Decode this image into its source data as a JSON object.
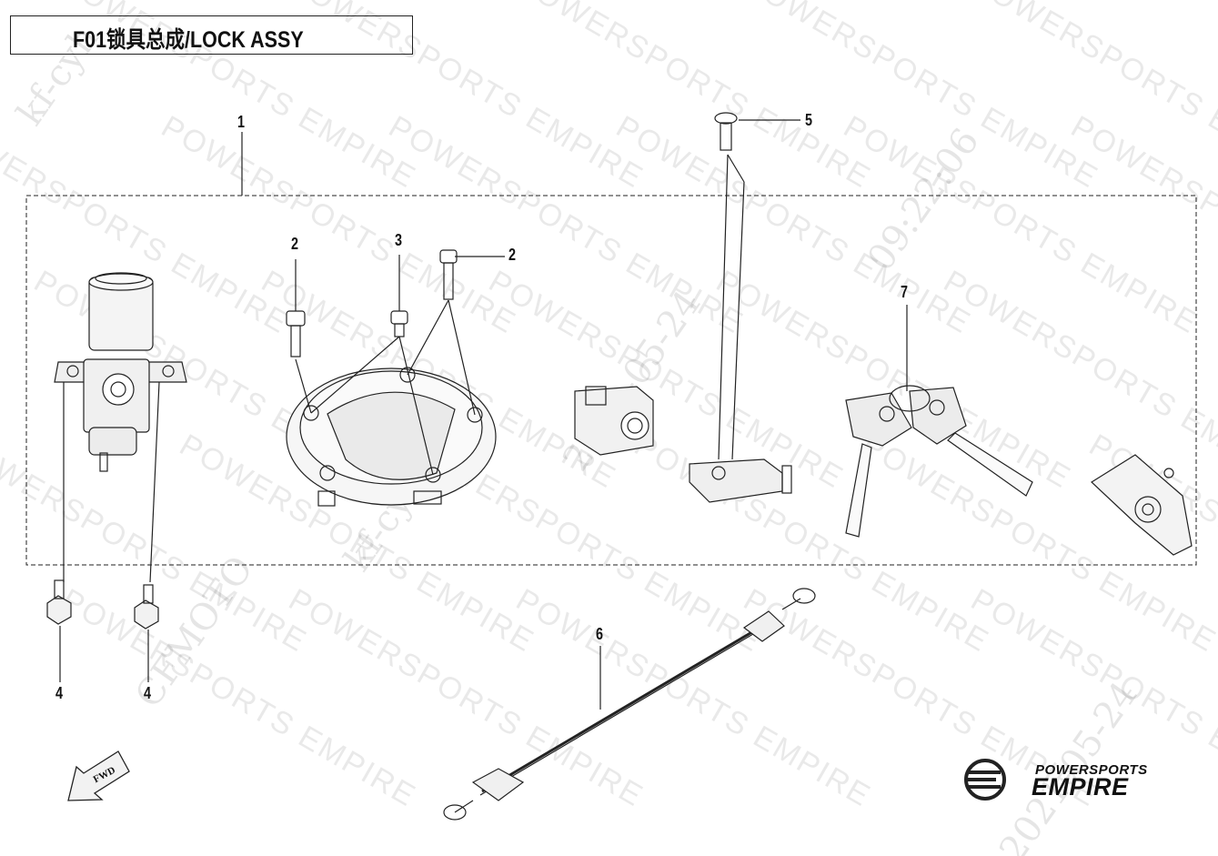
{
  "title": "F01锁具总成/LOCK ASSY",
  "callouts": [
    {
      "id": "c1",
      "label": "1"
    },
    {
      "id": "c2a",
      "label": "2"
    },
    {
      "id": "c3",
      "label": "3"
    },
    {
      "id": "c2b",
      "label": "2"
    },
    {
      "id": "c5",
      "label": "5"
    },
    {
      "id": "c7",
      "label": "7"
    },
    {
      "id": "c6",
      "label": "6"
    },
    {
      "id": "c4a",
      "label": "4"
    },
    {
      "id": "c4b",
      "label": "4"
    }
  ],
  "logo": {
    "top": "POWERSPORTS",
    "main": "EMPIRE"
  },
  "fwd_label": "FWD",
  "watermarks": {
    "brand": "POWERSPORTS EMPIRE",
    "cfmoto": "CFMOTO",
    "user": "kf-cyh",
    "date": "2021-05-24",
    "time": "09:22:06"
  }
}
